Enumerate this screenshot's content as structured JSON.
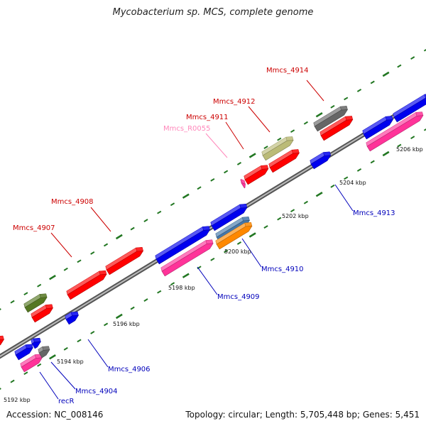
{
  "title": "Mycobacterium sp. MCS, complete genome",
  "accession_text": "Accession: NC_008146",
  "summary_text": "Topology: circular; Length: 5,705,448 bp; Genes: 5,451",
  "colors": {
    "red": "#ff0000",
    "blue": "#0000ee",
    "pink": "#ff3399",
    "gray": "#666666",
    "khaki": "#bbbb77",
    "olive": "#557722",
    "steel": "#4477aa",
    "orange": "#ff8800",
    "tick_green": "#227722",
    "label_red": "#cc0000",
    "label_blue": "#0000bb",
    "label_pink": "#ff88bb"
  },
  "scale_labels": [
    "5192 kbp",
    "5194 kbp",
    "5196 kbp",
    "5198 kbp",
    "5200 kbp",
    "5202 kbp",
    "5204 kbp",
    "5206 kbp"
  ],
  "gene_labels": [
    {
      "text": "Mmcs_4914",
      "color": "label_red"
    },
    {
      "text": "Mmcs_4912",
      "color": "label_red"
    },
    {
      "text": "Mmcs_4911",
      "color": "label_red"
    },
    {
      "text": "Mmcs_R0055",
      "color": "label_pink"
    },
    {
      "text": "Mmcs_4908",
      "color": "label_red"
    },
    {
      "text": "Mmcs_4907",
      "color": "label_red"
    },
    {
      "text": "Mmcs_4913",
      "color": "label_blue"
    },
    {
      "text": "Mmcs_4910",
      "color": "label_blue"
    },
    {
      "text": "Mmcs_4909",
      "color": "label_blue"
    },
    {
      "text": "Mmcs_4906",
      "color": "label_blue"
    },
    {
      "text": "Mmcs_4904",
      "color": "label_blue"
    },
    {
      "text": "recR",
      "color": "label_blue"
    }
  ]
}
